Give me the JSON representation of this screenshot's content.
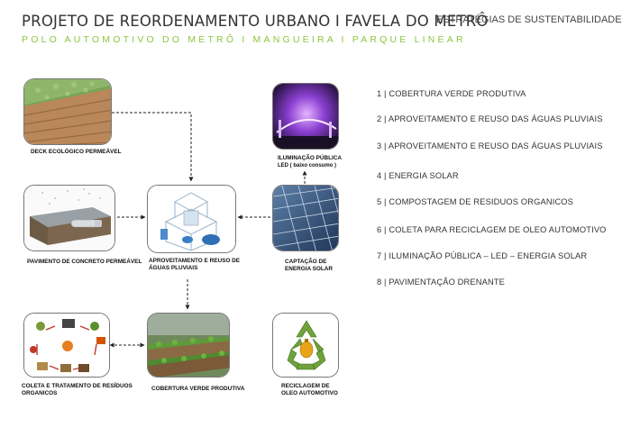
{
  "header": {
    "title": "PROJETO DE REORDENAMENTO URBANO I FAVELA DO METRÔ",
    "subtitle": "POLO AUTOMOTIVO DO METRÔ I MANGUEIRA I PARQUE LINEAR",
    "section": "ESTRATÉGIAS DE SUSTENTABILIDADE"
  },
  "cards": {
    "deck": {
      "label": "DECK ECOLÓGICO PERMEÁVEL"
    },
    "lighting": {
      "label_line1": "ILUMINAÇÃO PÚBLICA",
      "label_line2": "LED ( baixo consumo )"
    },
    "pavement": {
      "label": "PAVIMENTO DE CONCRETO PERMEÁVEL"
    },
    "rainwater": {
      "label_line1": "APROVEITAMENTO E REUSO DE",
      "label_line2": "ÁGUAS PLUVIAIS"
    },
    "solar": {
      "label_line1": "CAPTAÇÃO DE",
      "label_line2": "ENERGIA SOLAR"
    },
    "compost": {
      "label_line1": "COLETA E TRATAMENTO DE RESÍDUOS",
      "label_line2": "ORGANICOS"
    },
    "green_roof": {
      "label": "COBERTURA VERDE PRODUTIVA"
    },
    "oil": {
      "label_line1": "RECICLAGEM DE",
      "label_line2": "OLEO AUTOMOTIVO"
    }
  },
  "strategies": [
    "1 | COBERTURA VERDE PRODUTIVA",
    "2 | APROVEITAMENTO E REUSO DAS ÁGUAS PLUVIAIS",
    "3 | APROVEITAMENTO E REUSO DAS ÁGUAS PLUVIAIS",
    "4 | ENERGIA SOLAR",
    "5 | COMPOSTAGEM DE RESIDUOS ORGANICOS",
    "6 | COLETA PARA RECICLAGEM DE OLEO AUTOMOTIVO",
    "7 | ILUMINAÇÃO PÚBLICA – LED – ENERGIA SOLAR",
    "8 | PAVIMENTAÇÃO DRENANTE"
  ],
  "colors": {
    "accent_green": "#8dc63f",
    "arrow": "#222222"
  }
}
